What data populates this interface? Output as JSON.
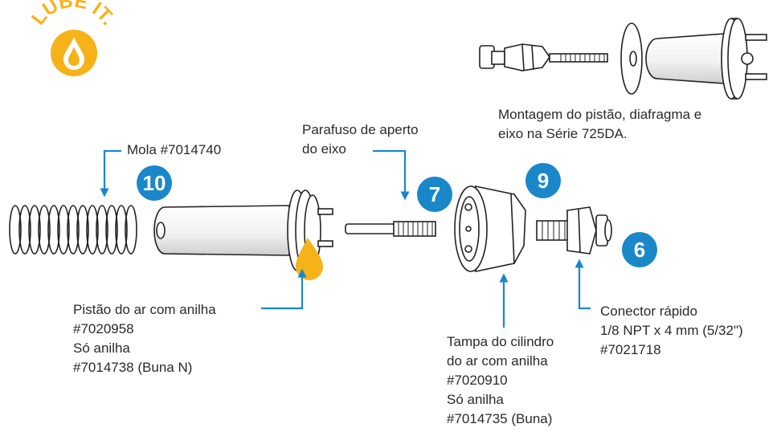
{
  "logo": {
    "text": "LUBE IT.",
    "color": "#f6b219"
  },
  "colors": {
    "accent_blue": "#1a87c9",
    "drop_yellow": "#f6b219",
    "line_dark": "#2a2a2a"
  },
  "assembly_caption": [
    "Montagem do pistão, diafragma e",
    "eixo na Série 725DA."
  ],
  "labels": {
    "spring": "Mola #7014740",
    "screw": [
      "Parafuso de aperto",
      "do eixo"
    ],
    "piston": [
      "Pistão do ar com anilha",
      "#7020958",
      "Só anilha",
      "#7014738 (Buna N)"
    ],
    "cap": [
      "Tampa do cilindro",
      "do ar com anilha",
      "#7020910",
      "Só anilha",
      "#7014735 (Buna)"
    ],
    "connector": [
      "Conector rápido",
      "1/8 NPT x 4 mm (5/32\")",
      "#7021718"
    ]
  },
  "badges": {
    "piston": "10",
    "screw": "7",
    "cap": "9",
    "connector": "6"
  },
  "icons": [
    "lube-drop-icon",
    "arrow-icon"
  ]
}
